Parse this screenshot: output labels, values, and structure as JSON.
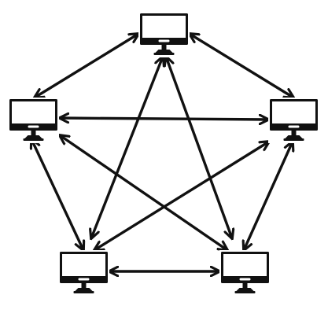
{
  "diagram": {
    "type": "full-mesh network",
    "colors": {
      "background": "#ffffff",
      "ink": "#111111",
      "screen": "#ffffff"
    },
    "nodes": [
      {
        "id": "top",
        "icon": "monitor-icon"
      },
      {
        "id": "left",
        "icon": "monitor-icon"
      },
      {
        "id": "right",
        "icon": "monitor-icon"
      },
      {
        "id": "bottom-left",
        "icon": "monitor-icon"
      },
      {
        "id": "bottom-right",
        "icon": "monitor-icon"
      }
    ],
    "connections": [
      {
        "from": "top",
        "to": "left",
        "direction": "bidirectional"
      },
      {
        "from": "top",
        "to": "right",
        "direction": "bidirectional"
      },
      {
        "from": "top",
        "to": "bottom-left",
        "direction": "bidirectional"
      },
      {
        "from": "top",
        "to": "bottom-right",
        "direction": "bidirectional"
      },
      {
        "from": "left",
        "to": "right",
        "direction": "bidirectional"
      },
      {
        "from": "left",
        "to": "bottom-left",
        "direction": "bidirectional"
      },
      {
        "from": "left",
        "to": "bottom-right",
        "direction": "bidirectional"
      },
      {
        "from": "right",
        "to": "bottom-left",
        "direction": "bidirectional"
      },
      {
        "from": "right",
        "to": "bottom-right",
        "direction": "bidirectional"
      },
      {
        "from": "bottom-left",
        "to": "bottom-right",
        "direction": "bidirectional"
      }
    ]
  }
}
